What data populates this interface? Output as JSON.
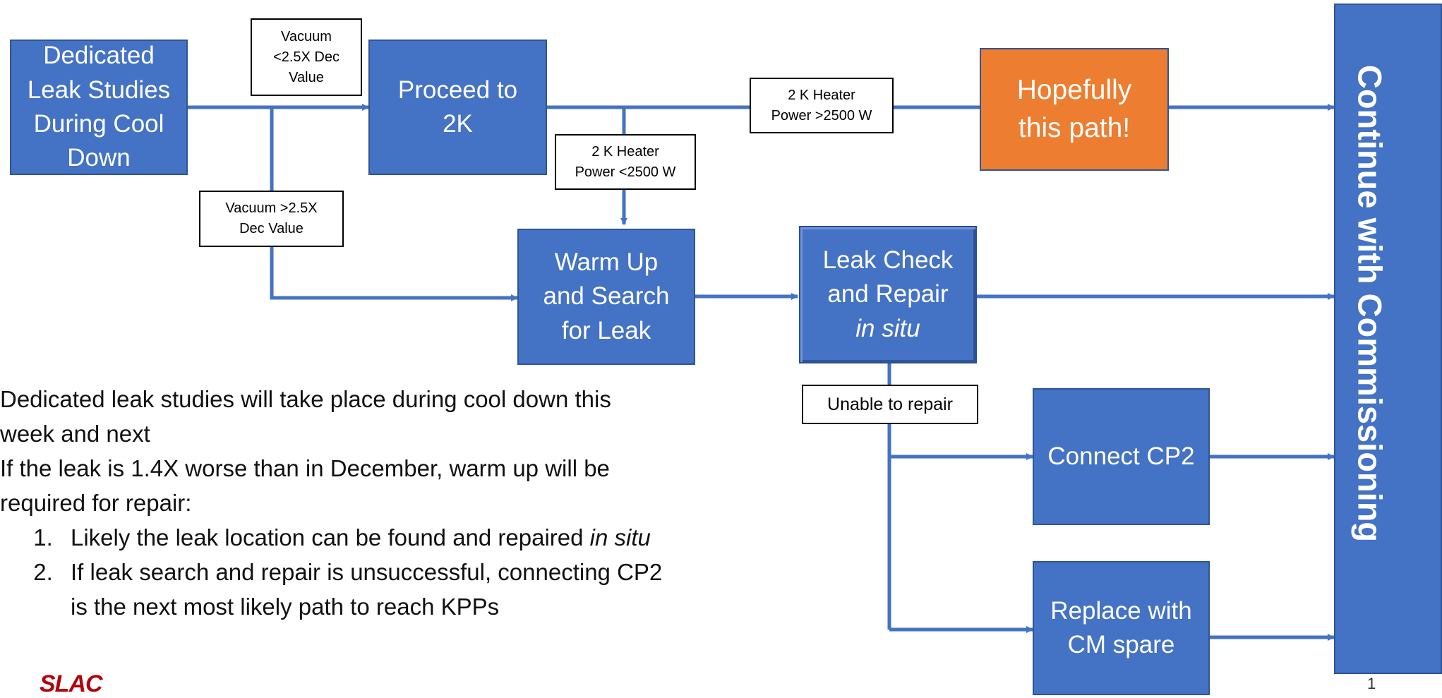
{
  "colors": {
    "box_blue": "#4472c4",
    "box_orange": "#ed7d31",
    "arrow": "#4472c4",
    "logo": "#b1040e"
  },
  "nodes": {
    "dedicated_leak": [
      "Dedicated",
      "Leak Studies",
      "During Cool",
      "Down"
    ],
    "proceed_2k": [
      "Proceed to",
      "2K"
    ],
    "hopefully": [
      "Hopefully",
      "this path!"
    ],
    "warm_up": [
      "Warm Up",
      "and Search",
      "for Leak"
    ],
    "leak_check": [
      "Leak Check",
      "and Repair",
      "in situ"
    ],
    "connect_cp2": "Connect CP2",
    "replace_spare": [
      "Replace with",
      "CM spare"
    ],
    "continue": "Continue with Commissioning"
  },
  "labels": {
    "vacuum_low": [
      "Vacuum",
      "<2.5X Dec",
      "Value"
    ],
    "vacuum_high": [
      "Vacuum >2.5X",
      "Dec Value"
    ],
    "heater_high": [
      "2 K Heater",
      "Power >2500 W"
    ],
    "heater_low": [
      "2 K Heater",
      "Power <2500 W"
    ],
    "unable_repair": "Unable to repair"
  },
  "notes": {
    "para1": "Dedicated leak studies will take place during cool down this week and next",
    "para2": "If the leak is 1.4X worse than in December, warm up will be required for repair:",
    "item1_prefix": "Likely the leak location can be found and repaired ",
    "item1_italic": "in situ",
    "item2": "If leak search and repair is unsuccessful, connecting CP2 is the next most likely path to reach KPPs"
  },
  "logo": "SLAC",
  "page_number": "1"
}
